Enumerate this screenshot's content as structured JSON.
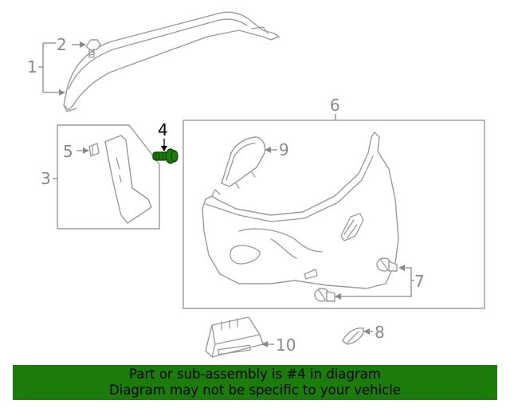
{
  "callouts": {
    "c1": "1",
    "c2": "2",
    "c3": "3",
    "c4": "4",
    "c5": "5",
    "c6": "6",
    "c7": "7",
    "c8": "8",
    "c9": "9",
    "c10": "10"
  },
  "highlighted_part": "4",
  "colors": {
    "highlight_part": "#1b7c0c",
    "banner_bg": "#1b7c0c",
    "line_art": "#9a9a9a"
  },
  "banner": {
    "line1": "Part or sub-assembly is #4 in diagram",
    "line2": "Diagram may not be specific to your vehicle"
  }
}
